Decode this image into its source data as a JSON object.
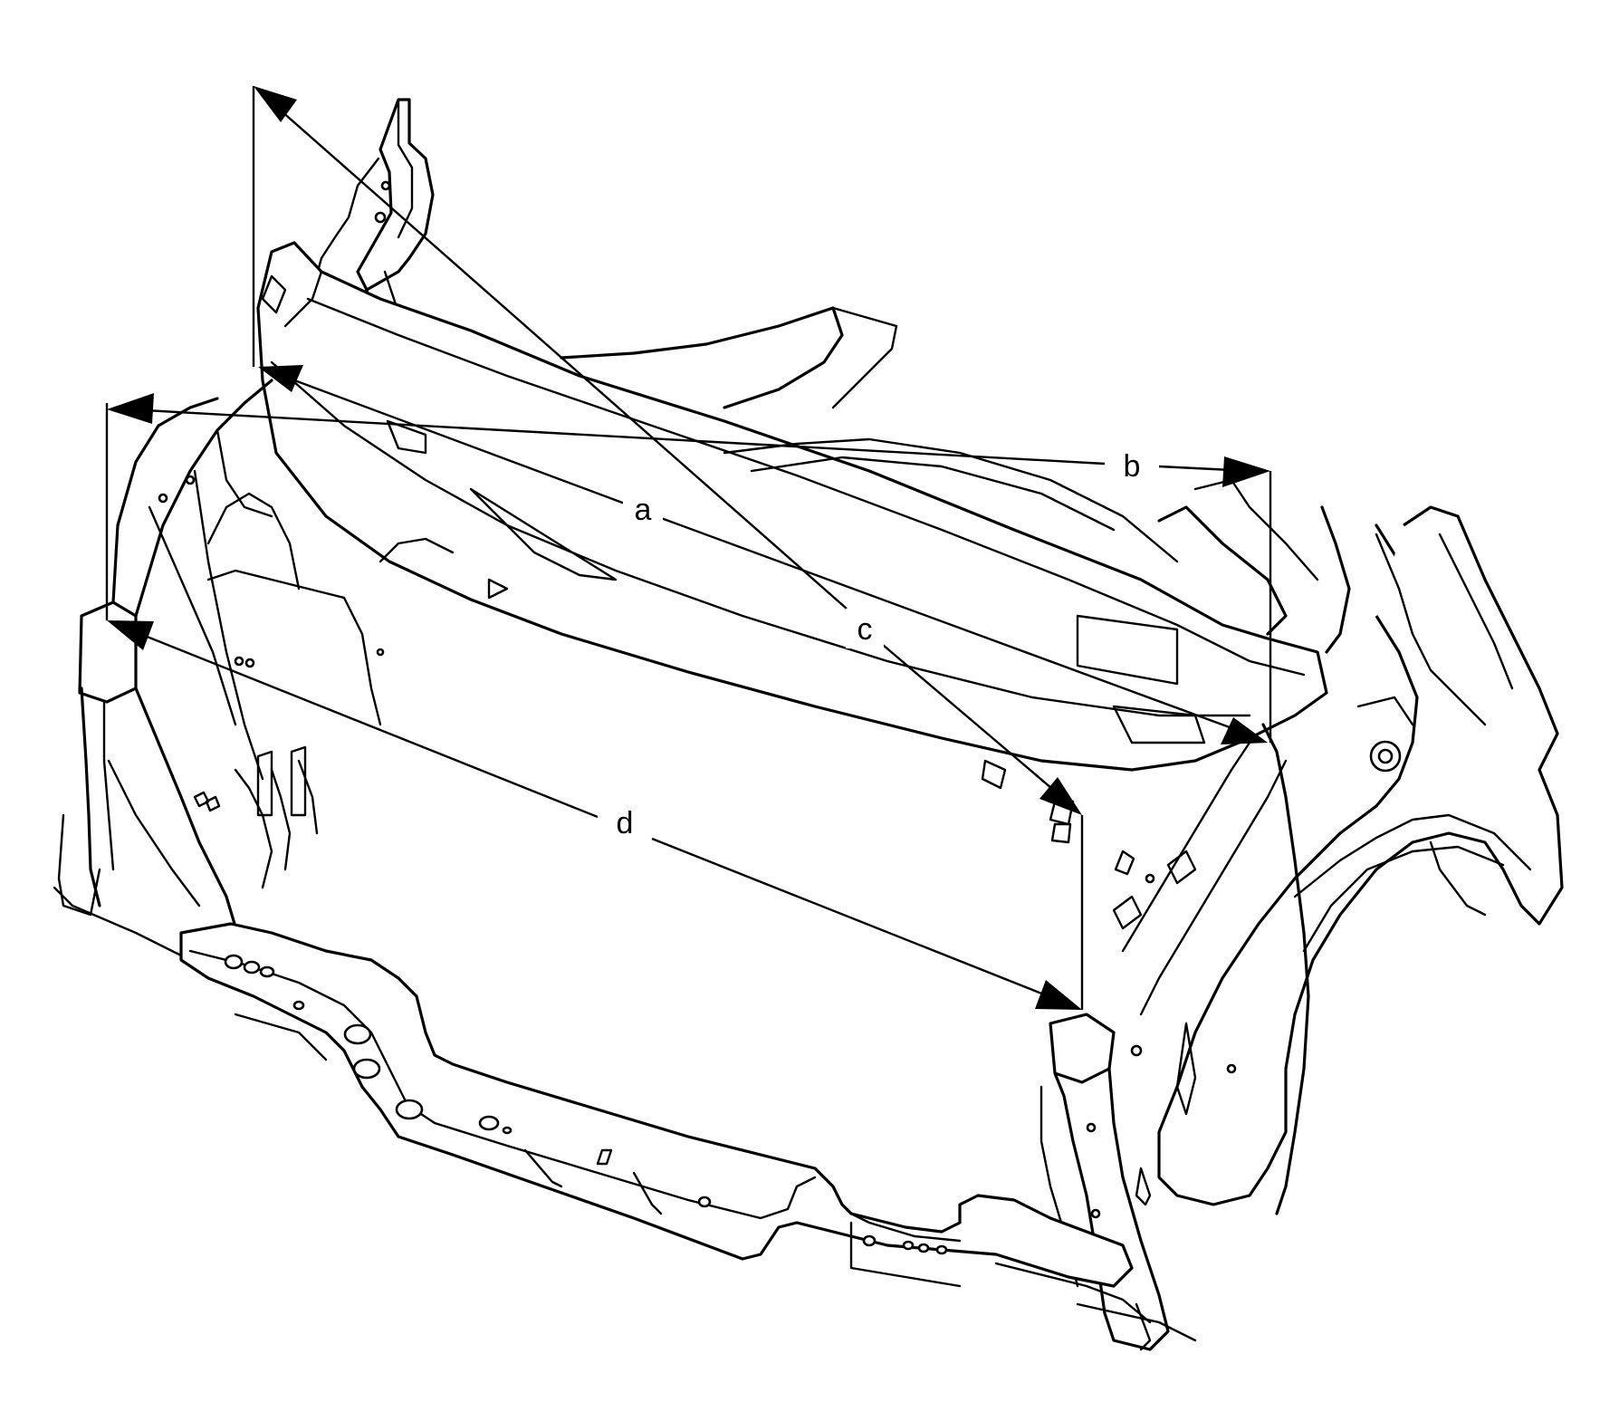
{
  "diagram": {
    "labels": {
      "a": "a",
      "b": "b",
      "c": "c",
      "d": "d"
    },
    "colors": {
      "line": "#000000",
      "background": "#ffffff"
    }
  }
}
